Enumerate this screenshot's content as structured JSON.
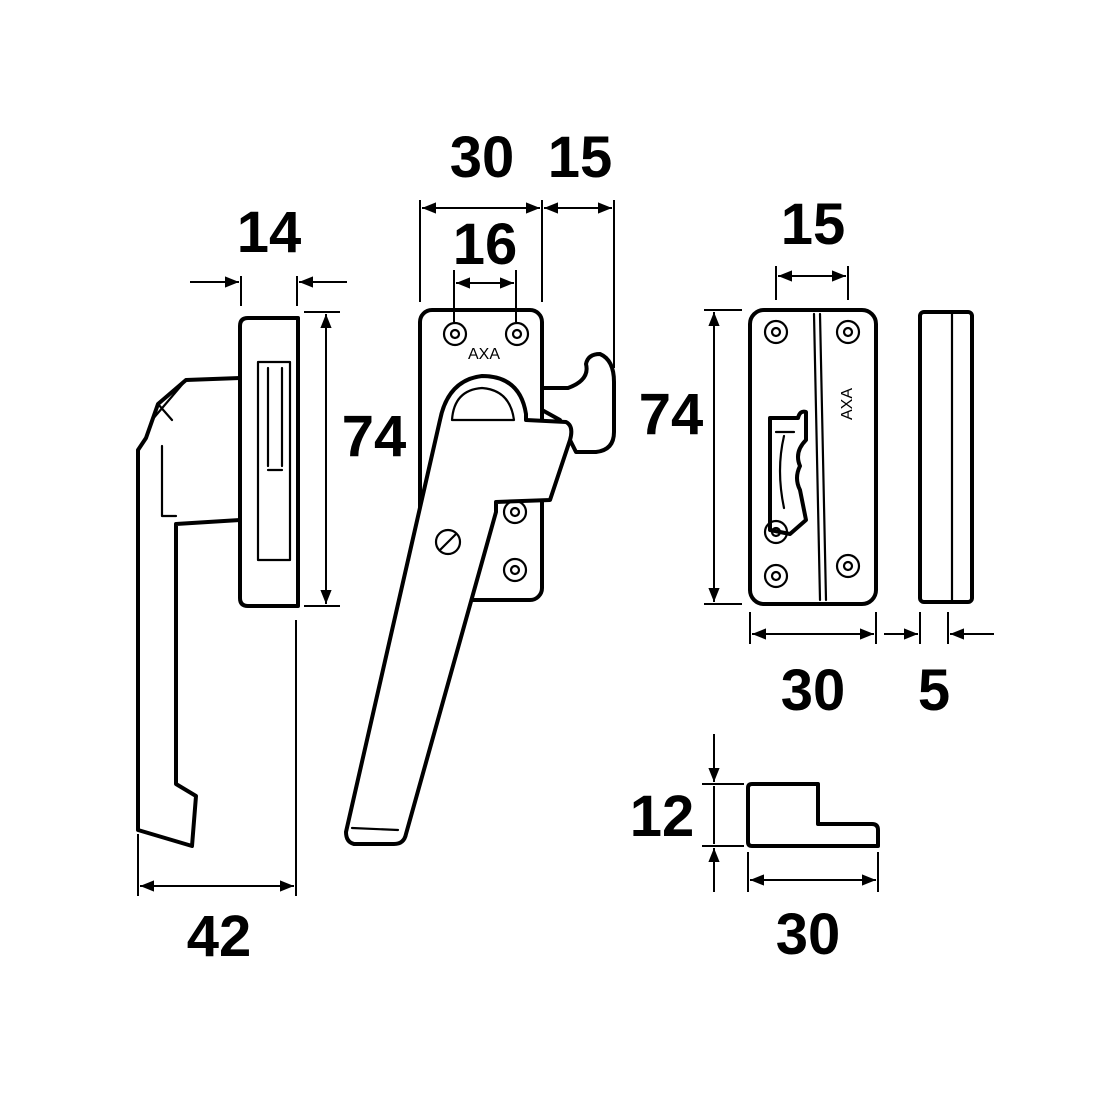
{
  "brand": "AXA",
  "dimensions": {
    "handle_width": "42",
    "handle_depth": "14",
    "handle_height": "74",
    "plate_width": "30",
    "hole_spacing": "16",
    "hook_offset": "15",
    "keeper_height": "74",
    "keeper_slot_width": "15",
    "keeper_width": "30",
    "spacer_thickness": "5",
    "block_height": "12",
    "block_width": "30"
  }
}
